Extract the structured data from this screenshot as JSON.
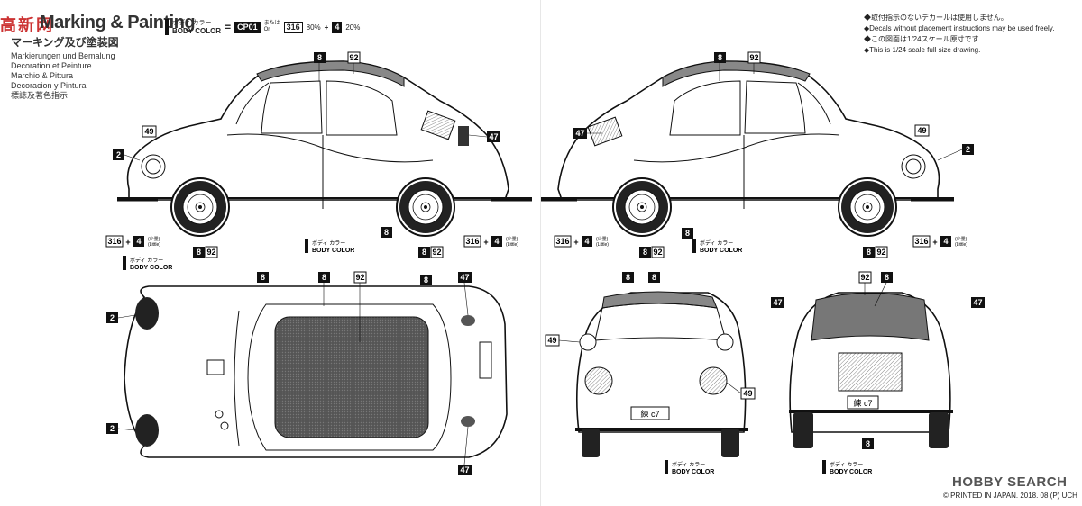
{
  "header": {
    "title": "Marking & Painting",
    "subtitle": "マーキング及び塗装図",
    "languages": [
      "Markierungen und Bemalung",
      "Decoration et Peinture",
      "Marchio & Pittura",
      "Decoracion y Pintura",
      "標誌及著色指示"
    ],
    "watermark": "高新网"
  },
  "body_color_legend": {
    "jp": "ボディ カラー",
    "en": "BODY COLOR",
    "code": "CP01",
    "or_jp": "または",
    "or_en": "Or",
    "mix_a_code": "316",
    "mix_a_pct": "80%",
    "mix_b_code": "4",
    "mix_b_pct": "20%"
  },
  "notes": [
    "◆取付指示のないデカールは使用しません。",
    "◆Decals without placement instructions may be used freely.",
    "◆この図面は1/24スケール原寸です",
    "◆This is 1/24 scale full size drawing."
  ],
  "callouts": {
    "body_color_jp": "ボディ カラー",
    "body_color_en": "BODY COLOR",
    "little_jp": "(少量)",
    "little_en": "(Little)",
    "code_316": "316",
    "code_4": "4",
    "plus": "+",
    "code_8": "8",
    "code_92": "92",
    "code_2": "2",
    "code_47": "47",
    "code_49": "49"
  },
  "plate_text": "練 c7",
  "footer": {
    "brand": "HOBBY SEARCH",
    "printed": "© PRINTED IN JAPAN. 2018. 08 (P) UCH"
  }
}
